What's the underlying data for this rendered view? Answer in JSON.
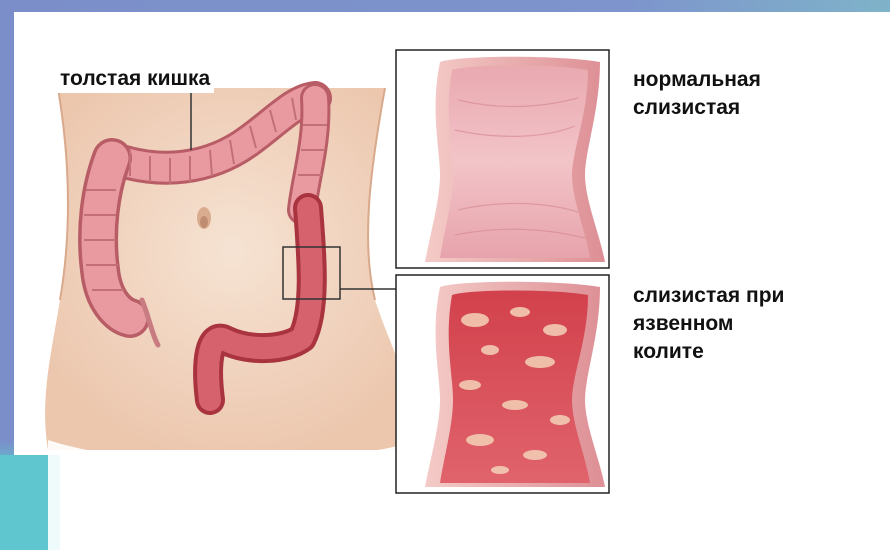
{
  "labels": {
    "colon": "толстая кишка",
    "normal_mucosa": "нормальная\nслизистая",
    "uc_mucosa": "слизистая при\nязвенном\nколите"
  },
  "colors": {
    "frame": "#7b8ec9",
    "accent_teal": "#5fc6cf",
    "skin": "#f3d8c4",
    "colon_pink": "#e79aa0",
    "mucosa_normal": "#eab3b9",
    "mucosa_inflamed": "#d9505a"
  }
}
